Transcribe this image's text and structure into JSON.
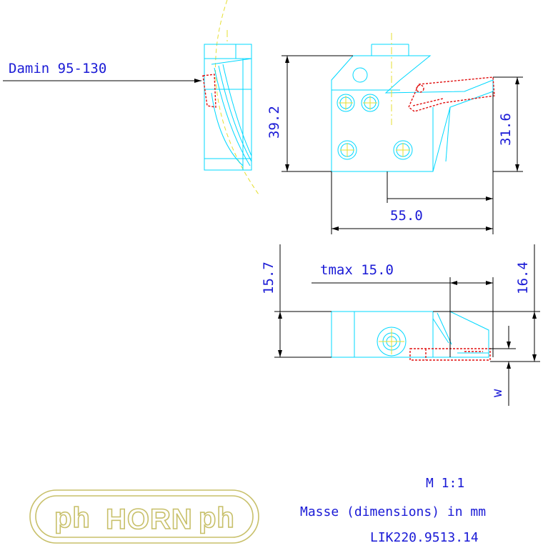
{
  "drawing": {
    "dimensions": {
      "damin": "Damin 95-130",
      "height_39_2": "39.2",
      "height_31_6": "31.6",
      "width_55_0": "55.0",
      "height_15_7": "15.7",
      "tmax": "tmax 15.0",
      "height_16_4": "16.4",
      "w_label": "w"
    },
    "title_block": {
      "scale": "M 1:1",
      "units": "Masse (dimensions) in mm",
      "part_number": "LIK220.9513.14"
    },
    "logo": {
      "text": "HORN",
      "left_mark": "ph",
      "right_mark": "ph"
    },
    "colors": {
      "dimension_text": "#1a1ad6",
      "outline": "#00d8ff",
      "centerline": "#e6df30",
      "hidden_red": "#e01010",
      "logo": "#c8c06a"
    }
  }
}
